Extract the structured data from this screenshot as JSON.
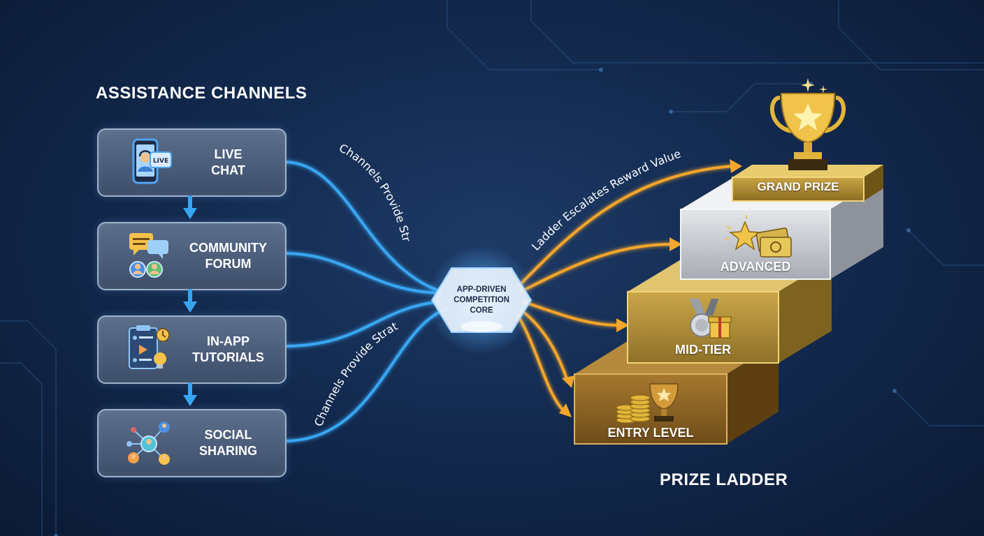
{
  "headings": {
    "assistance_channels": "ASSISTANCE CHANNELS",
    "prize_ladder": "PRIZE LADDER"
  },
  "channels": [
    {
      "label": "LIVE\nCHAT",
      "icon": "live-chat-phone-icon",
      "badge": "LIVE"
    },
    {
      "label": "COMMUNITY\nFORUM",
      "icon": "forum-speech-bubbles-icon"
    },
    {
      "label": "IN-APP\nTUTORIALS",
      "icon": "tutorial-checklist-lightbulb-icon"
    },
    {
      "label": "SOCIAL\nSHARING",
      "icon": "social-network-icon"
    }
  ],
  "core": {
    "label": "APP-DRIVEN\nCOMPETITION\nCORE"
  },
  "flow_labels": {
    "channels_upper": "Channels Provide Strategic Support",
    "channels_lower": "Channels Provide Strategic Support",
    "ladder": "Ladder Escalates Reward Value"
  },
  "prize_tiers": [
    {
      "label": "GRAND PRIZE",
      "icon": "trophy-star-icon"
    },
    {
      "label": "ADVANCED",
      "icon": "star-cash-icon"
    },
    {
      "label": "MID-TIER",
      "icon": "medal-gift-icon"
    },
    {
      "label": "ENTRY LEVEL",
      "icon": "coins-trophy-icon"
    }
  ],
  "colors": {
    "background": "#132a4f",
    "channel_flow": "#37a6f2",
    "ladder_flow": "#f3a52c",
    "gold": "#d9b24a",
    "silver": "#cfd3d9"
  }
}
